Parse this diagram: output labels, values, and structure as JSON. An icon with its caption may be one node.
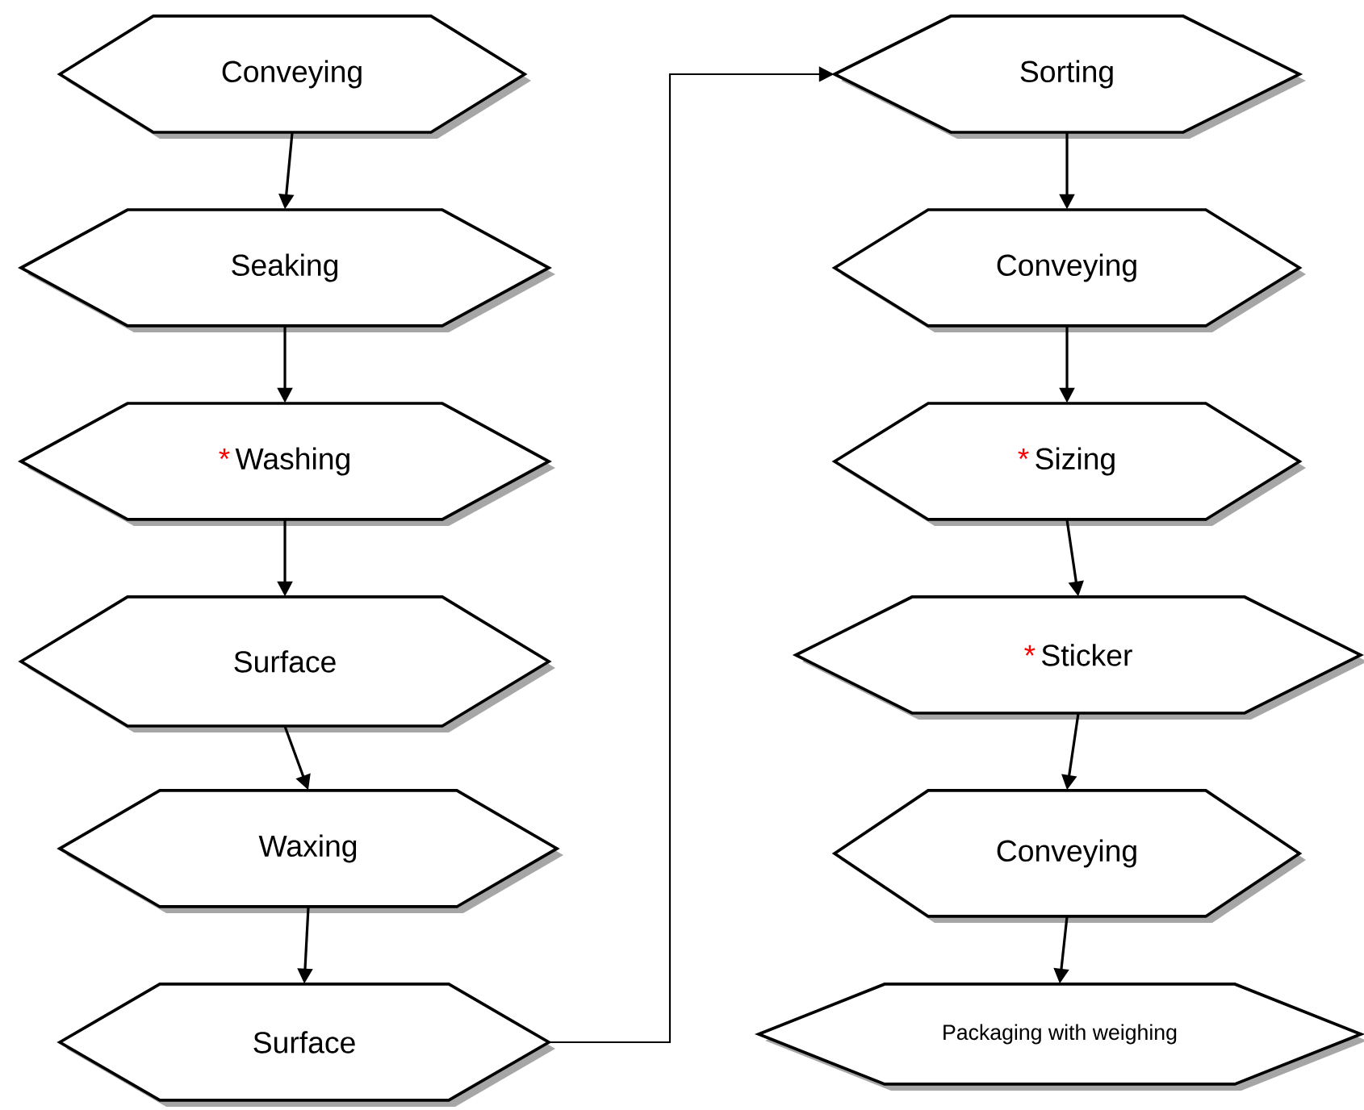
{
  "diagram": {
    "nodes": [
      {
        "text": [
          "Conveying"
        ]
      },
      {
        "text": [
          "Seaking"
        ]
      },
      {
        "text": [
          "*",
          "Washing"
        ]
      },
      {
        "text": [
          "Surface"
        ]
      },
      {
        "text": [
          "Waxing"
        ]
      },
      {
        "text": [
          "Surface"
        ]
      },
      {
        "text": [
          "Sorting"
        ]
      },
      {
        "text": [
          "Conveying"
        ]
      },
      {
        "text": [
          "*",
          "Sizing"
        ]
      },
      {
        "text": [
          "*",
          "Sticker"
        ]
      },
      {
        "text": [
          "Conveying"
        ]
      },
      {
        "text": [
          "Packaging with weighing"
        ]
      }
    ],
    "edges": [
      {
        "from": 0,
        "to": 1,
        "arrow": "to"
      },
      {
        "from": 1,
        "to": 2,
        "arrow": "to"
      },
      {
        "from": 2,
        "to": 3,
        "arrow": "to"
      },
      {
        "from": 3,
        "to": 4,
        "arrow": "to"
      },
      {
        "from": 4,
        "to": 5,
        "arrow": "to"
      },
      {
        "from": 5,
        "to": 6,
        "arrow": "to"
      },
      {
        "from": 6,
        "to": 7,
        "arrow": "to"
      },
      {
        "from": 7,
        "to": 8,
        "arrow": "to"
      },
      {
        "from": 8,
        "to": 9,
        "arrow": "to"
      },
      {
        "from": 9,
        "to": 10,
        "arrow": "to"
      },
      {
        "from": 10,
        "to": 11,
        "arrow": "to"
      }
    ]
  }
}
